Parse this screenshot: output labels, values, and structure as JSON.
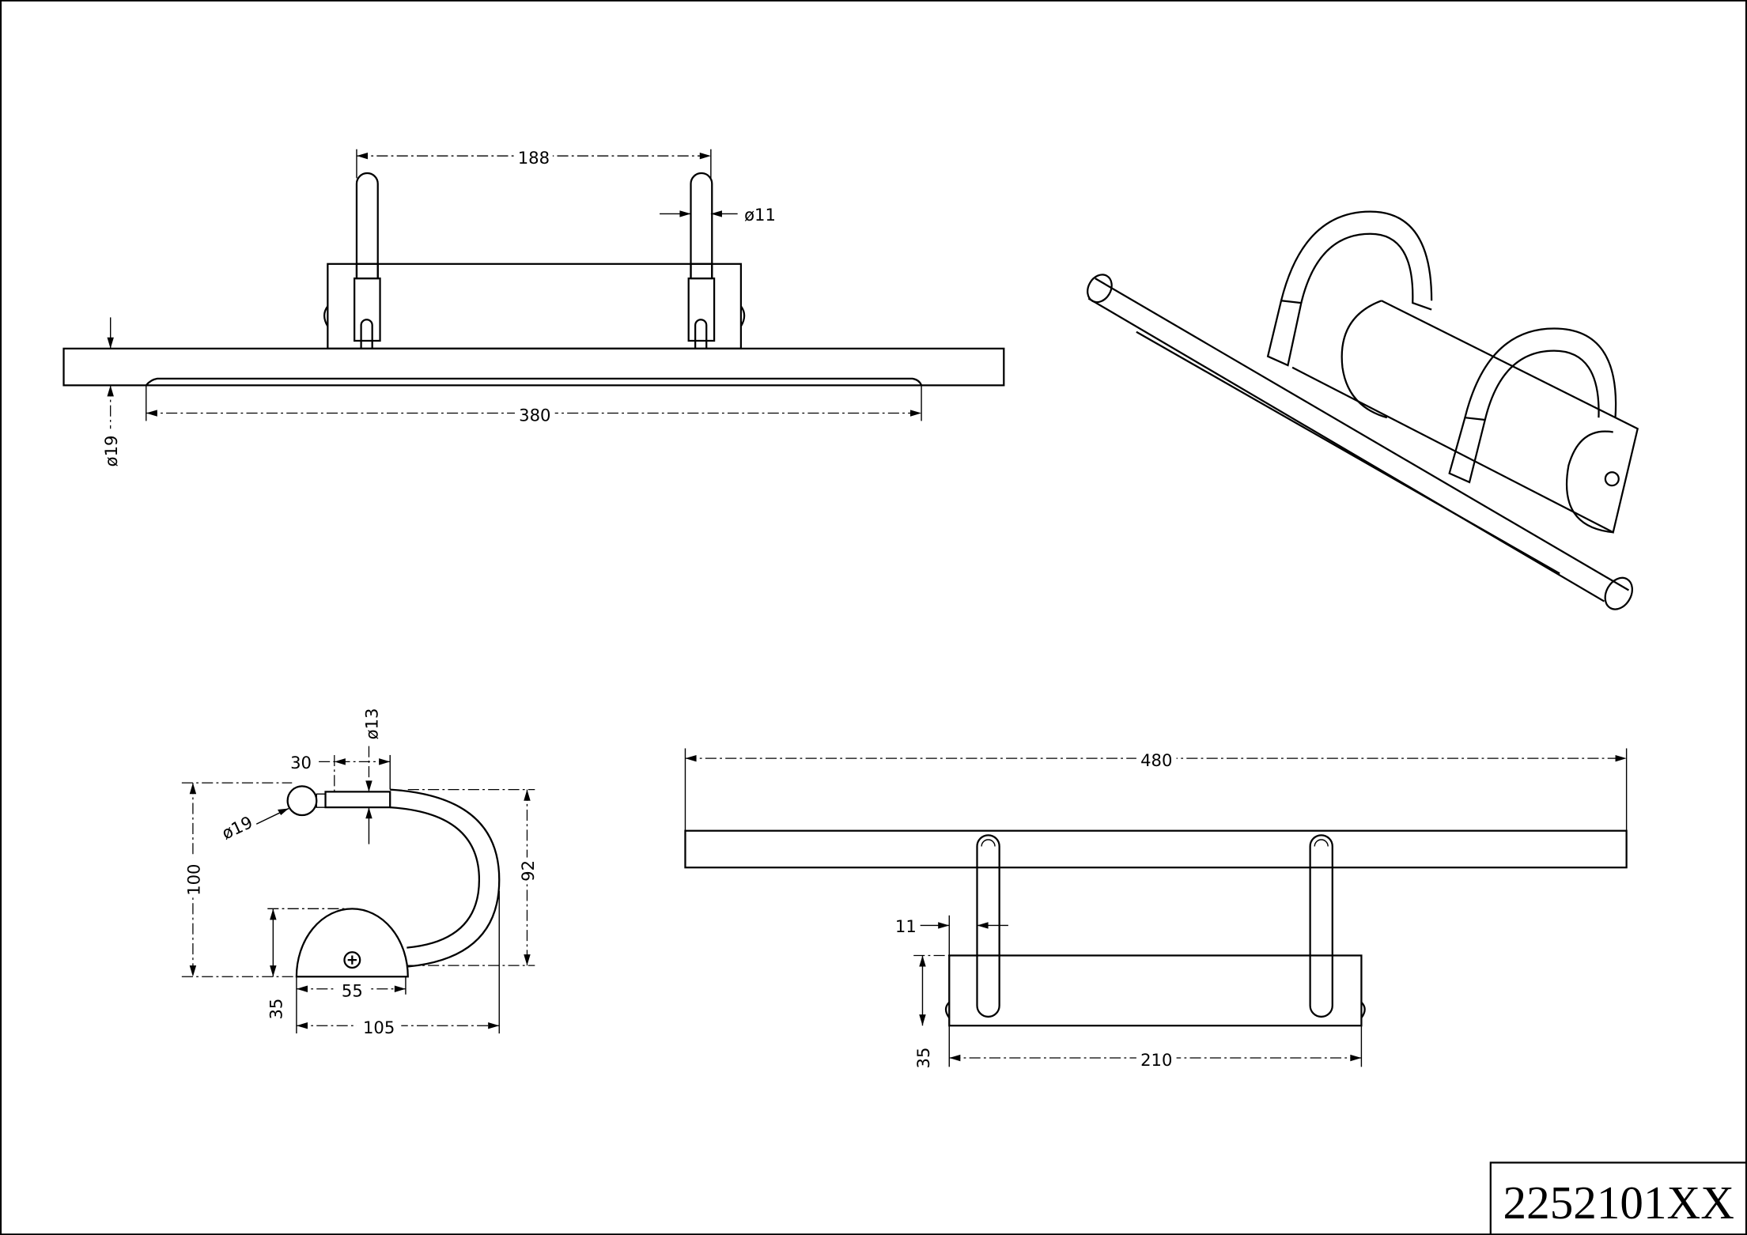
{
  "drawing": {
    "part_number": "2252101XX",
    "front_view": {
      "arm_spacing": "188",
      "arm_diameter": "ø11",
      "light_length": "380",
      "bar_diameter": "ø19"
    },
    "side_view": {
      "shade_length": "30",
      "shade_diameter": "ø13",
      "head_diameter": "ø19",
      "total_height": "100",
      "arm_height": "92",
      "base_height": "35",
      "base_width": "55",
      "total_depth": "105"
    },
    "bottom_view": {
      "total_length": "480",
      "arm_diameter": "11",
      "plate_height": "35",
      "plate_width": "210"
    }
  }
}
